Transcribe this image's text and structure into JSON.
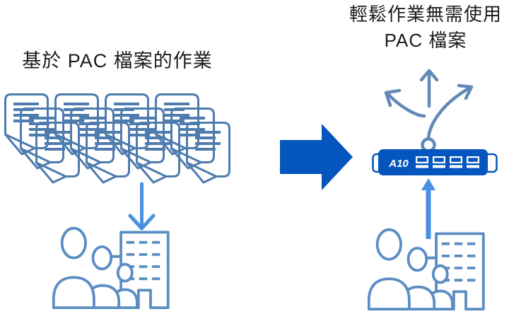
{
  "left": {
    "title": "基於 PAC 檔案的作業",
    "documents_icon": "document-stack-icon",
    "flow_arrow_icon": "arrow-down-icon",
    "audience_icon": "users-building-icon"
  },
  "center": {
    "transition_arrow_icon": "arrow-right-icon"
  },
  "right": {
    "title_line1": "輕鬆作業無需使用",
    "title_line2": "PAC 檔案",
    "branch_icon": "branching-arrows-icon",
    "device_label": "A10",
    "device_icon": "proxy-appliance-icon",
    "flow_arrow_icon": "arrow-up-icon",
    "audience_icon": "users-building-icon"
  },
  "icons": {
    "document-stack-icon": "cascading pages with folded corners",
    "arrow-down-icon": "↓",
    "arrow-right-icon": "➡",
    "arrow-up-icon": "↑",
    "branching-arrows-icon": "three arrows fanning out from a node",
    "users-building-icon": "group of people beside office building",
    "proxy-appliance-icon": "A10 network appliance with four ports"
  },
  "colors": {
    "dark_blue": "#0455bd",
    "light_blue": "#4a90e2",
    "document_outline_blue": "#4e7cae",
    "people_outline_blue": "#5b8dc4",
    "branch_arrow_blue": "#6289b8",
    "text": "#1b1b1b",
    "background": "#ffffff"
  }
}
